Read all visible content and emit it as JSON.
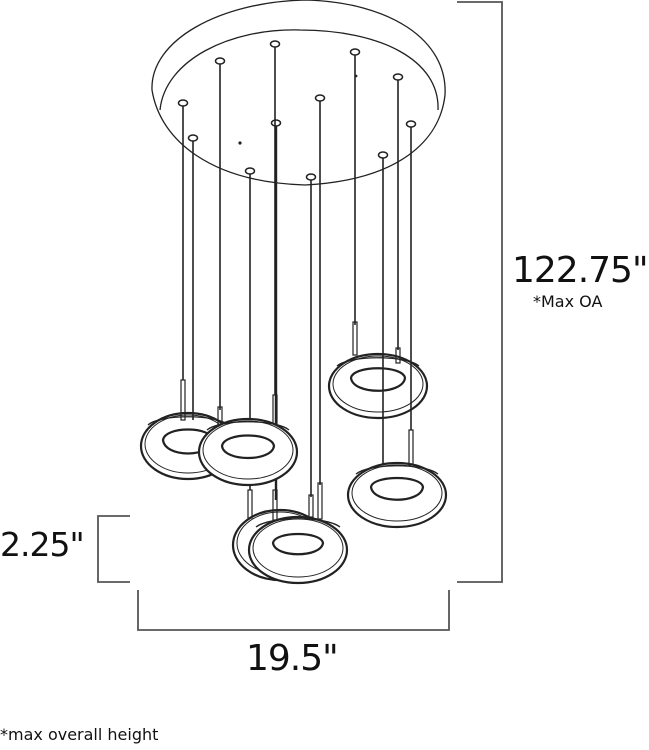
{
  "diagram": {
    "subject": "multi-pendant LED ring chandelier with round canopy",
    "colors": {
      "line": "#222222",
      "dimension_line": "#555555",
      "text": "#111111",
      "background": "#ffffff"
    },
    "components": {
      "canopy": "round ceiling canopy",
      "cable_count": 12,
      "pendant_ring_count": 6
    },
    "dimensions": {
      "overall_height": {
        "value": "122.75\"",
        "note": "*Max OA"
      },
      "shade_height": {
        "value": "2.25\""
      },
      "width": {
        "value": "19.5\""
      }
    },
    "footnote": "*max overall height"
  }
}
